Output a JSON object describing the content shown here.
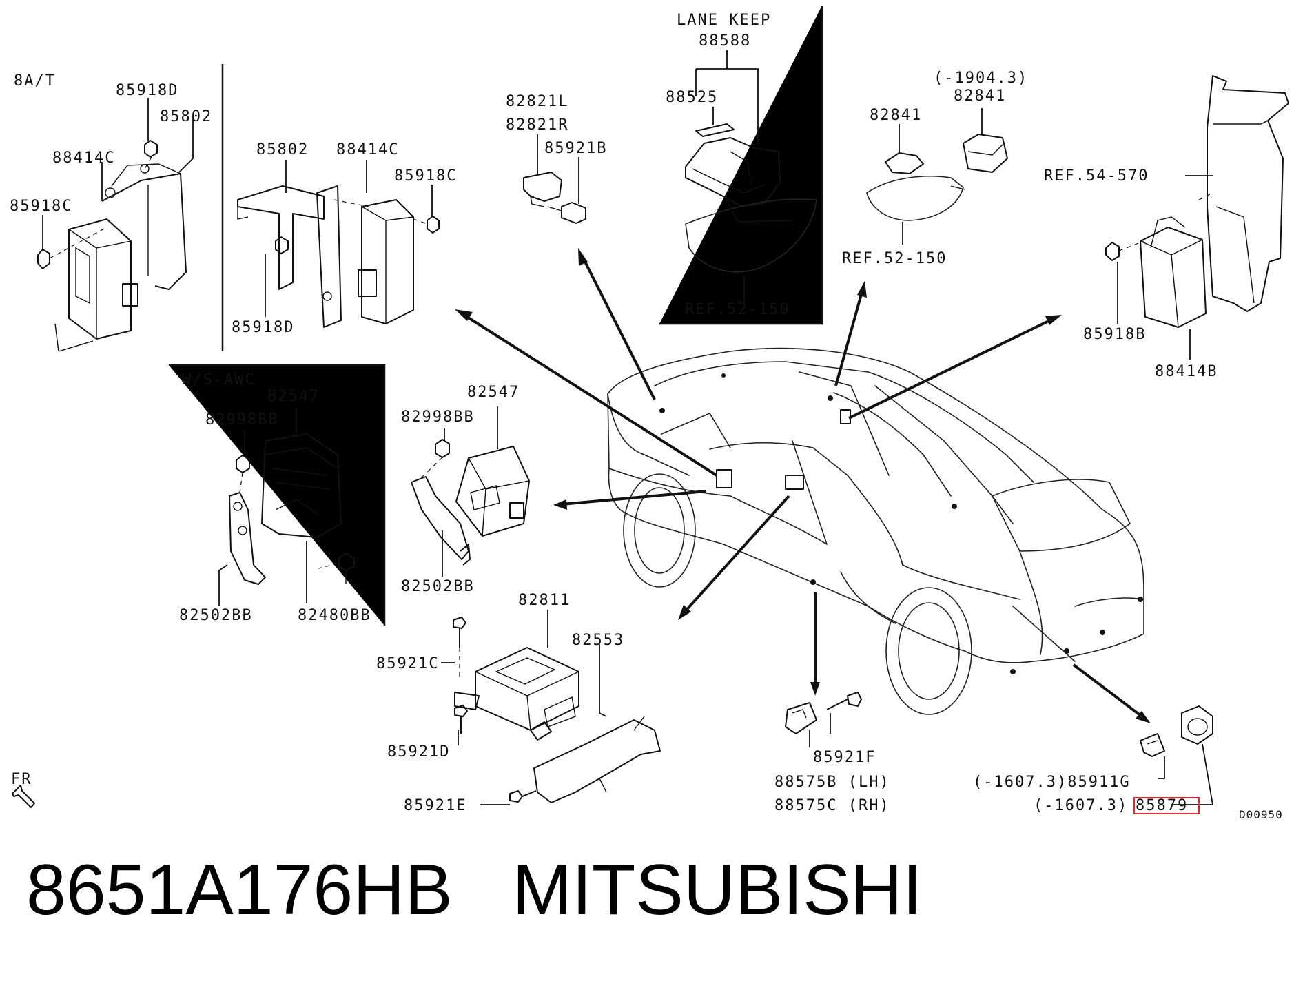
{
  "labels": {
    "sec_8at": "8A/T",
    "l_85918D_a": "85918D",
    "l_85802_a": "85802",
    "l_88414C_a": "88414C",
    "l_85918C_a": "85918C",
    "l_85802_b": "85802",
    "l_88414C_b": "88414C",
    "l_85918C_b": "85918C",
    "l_85918D_b": "85918D",
    "l_82821L": "82821L",
    "l_82821R": "82821R",
    "l_85921B": "85921B",
    "l_lane_keep": "LANE KEEP",
    "l_88588": "88588",
    "l_88525": "88525",
    "l_ref52150_a": "REF.52-150",
    "l_82841_a": "82841",
    "l_1904": "(-1904.3)",
    "l_82841_b": "82841",
    "l_ref52150_b": "REF.52-150",
    "l_ref54570": "REF.54-570",
    "l_85918B": "85918B",
    "l_88414B": "88414B",
    "sec_wsawc": "W/S-AWC",
    "l_82547_a": "82547",
    "l_82998BB_a": "82998BB",
    "l_82502BB_a": "82502BB",
    "l_82480BB": "82480BB",
    "l_82547_b": "82547",
    "l_82998BB_b": "82998BB",
    "l_82502BB_b": "82502BB",
    "l_82811": "82811",
    "l_82553": "82553",
    "l_85921C": "85921C",
    "l_85921D": "85921D",
    "l_85921E": "85921E",
    "l_85921F": "85921F",
    "l_88575B": "88575B (LH)",
    "l_88575C": "88575C (RH)",
    "l_85911G": "(-1607.3)85911G",
    "l_1607b": "(-1607.3)",
    "l_85879": "85879",
    "l_fr": "FR",
    "l_code": "D00950"
  },
  "highlight_color": "#e0262c",
  "bottom_title": "8651A176HB   MITSUBISHI"
}
